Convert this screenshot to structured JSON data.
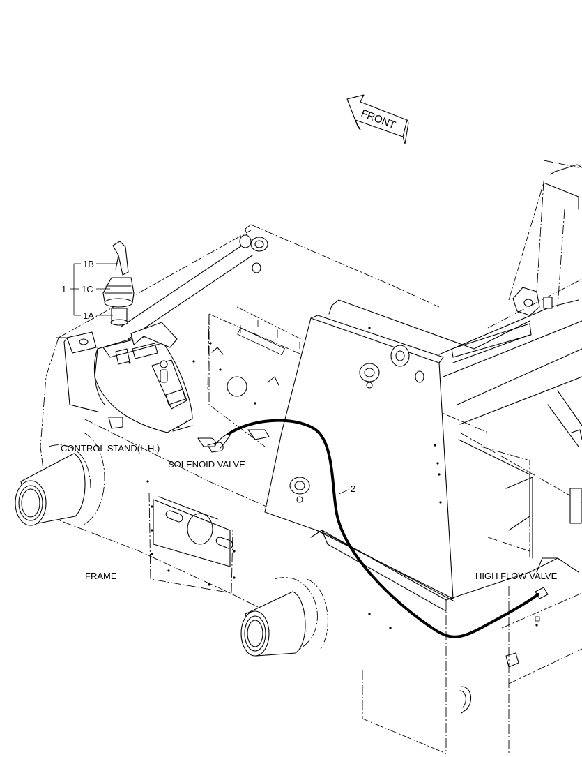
{
  "labels": {
    "front": "FRONT",
    "control_stand": "CONTROL STAND(L.H.)",
    "solenoid_valve": "SOLENOID VALVE",
    "frame": "FRAME",
    "high_flow_valve": "HIGH FLOW VALVE"
  },
  "callouts": {
    "item_1": "1",
    "item_1a": "1A",
    "item_1b": "1B",
    "item_1c": "1C",
    "item_2": "2"
  }
}
